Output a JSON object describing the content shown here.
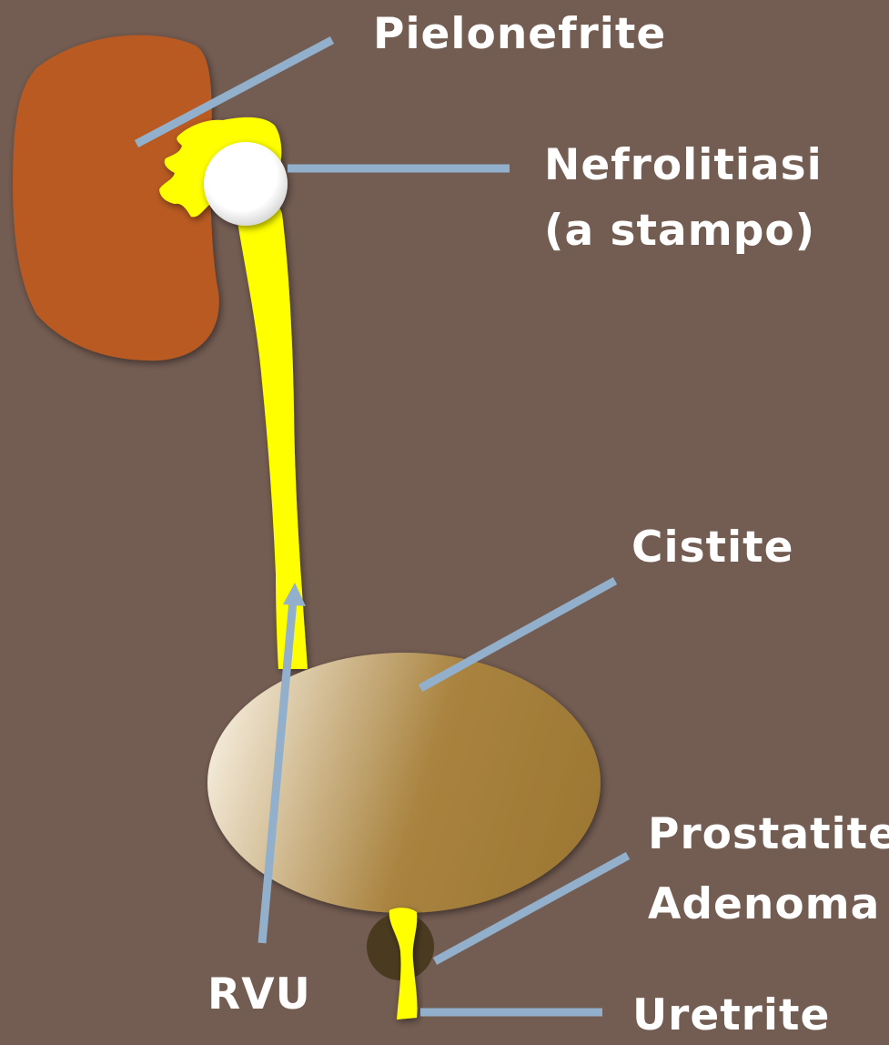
{
  "labels": {
    "pielonefrite": "Pielonefrite",
    "nefrolitiasi": "Nefrolitiasi",
    "nefrolitiasi_sub": "(a stampo)",
    "cistite": "Cistite",
    "prostatite": "Prostatite",
    "adenoma": "Adenoma",
    "rvu": "RVU",
    "uretrite": "Uretrite"
  },
  "colors": {
    "background": "#735c52",
    "kidney": "#b85a22",
    "urinary_tract": "#ffff00",
    "stone": "#ffffff",
    "bladder_light": "#f3ead8",
    "bladder_dark": "#9c7a38",
    "prostate": "#4a3a20",
    "pointer_line": "#92b0cc"
  }
}
